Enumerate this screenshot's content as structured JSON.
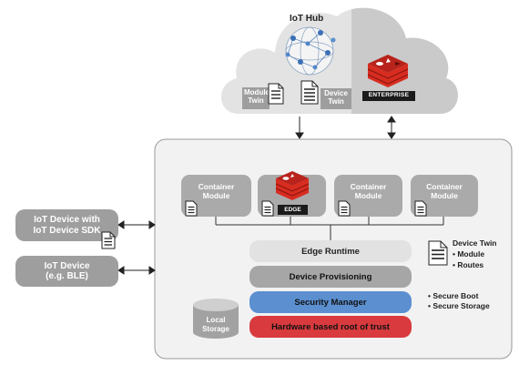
{
  "iot_hub": {
    "title": "IoT Hub",
    "module_twin": "Module Twin",
    "device_twin": "Device Twin",
    "enterprise": "ENTERPRISE"
  },
  "devices": {
    "sdk": "IoT Device with IoT Device SDK",
    "ble": "IoT Device (e.g. BLE)"
  },
  "edge": {
    "module1": "Container Module",
    "edge_label": "EDGE",
    "module3": "Container Module",
    "module4": "Container Module",
    "runtime": "Edge Runtime",
    "provisioning": "Device Provisioning",
    "security": "Security Manager",
    "hardware": "Hardware based root of trust",
    "storage": "Local Storage"
  },
  "legend": {
    "title": "Device Twin",
    "items": [
      "Module",
      "Routes"
    ],
    "secure_items": [
      "Secure Boot",
      "Secure Storage"
    ]
  },
  "colors": {
    "cloud_left": "#e3e3e3",
    "cloud_right": "#c8c8c8",
    "redis_red": "#d82c20",
    "module_gray": "#aaaaaa",
    "runtime": "#e2e2e2",
    "provisioning": "#a6a6a6",
    "security": "#5b8fd0",
    "hardware": "#d83a3e"
  }
}
